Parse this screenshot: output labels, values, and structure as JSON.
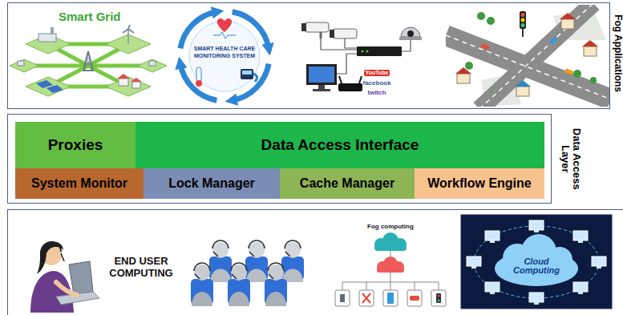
{
  "diagram": {
    "nodes": [
      {
        "text": [
          "Fog Applications"
        ]
      },
      {
        "text": [
          "Data Access Layer"
        ]
      },
      {
        "text": [
          "Proxies"
        ],
        "in": 1
      },
      {
        "text": [
          "Data Access Interface"
        ],
        "in": 1
      },
      {
        "text": [
          "System Monitor"
        ],
        "in": 1
      },
      {
        "text": [
          "Lock Manager"
        ],
        "in": 1
      },
      {
        "text": [
          "Cache Manager"
        ],
        "in": 1
      },
      {
        "text": [
          "Workflow Engine"
        ],
        "in": 1
      }
    ],
    "labels": [
      "Smart Grid",
      "SMART HEALTH CARE MONITORING SYSTEM",
      "YouTube",
      "facebook",
      "twitch",
      "END USER COMPUTING",
      "Fog computing",
      "Cloud Computing"
    ]
  }
}
